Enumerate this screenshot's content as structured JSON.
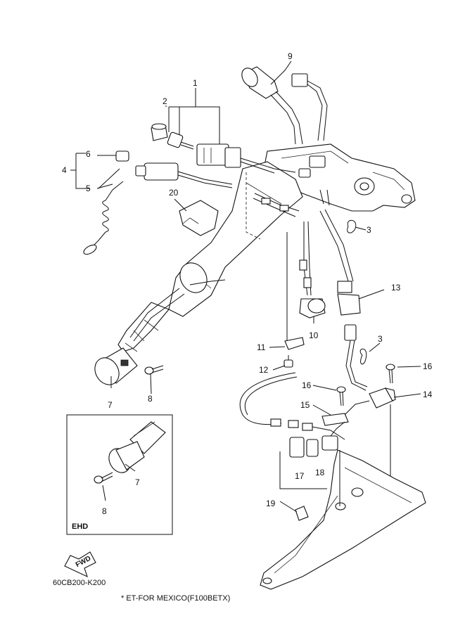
{
  "labels": {
    "l1": "1",
    "l2": "2",
    "l3a": "3",
    "l3b": "3",
    "l4": "4",
    "l5": "5",
    "l6": "6",
    "l7a": "7",
    "l7b": "7",
    "l8a": "8",
    "l8b": "8",
    "l9": "9",
    "l10": "10",
    "l11": "11",
    "l12": "12",
    "l13": "13",
    "l14": "14",
    "l15": "15",
    "l16a": "16",
    "l16b": "16",
    "l17": "17",
    "l18": "18",
    "l19": "19",
    "l20": "20"
  },
  "inset": {
    "title": "EHD"
  },
  "fwd": {
    "text": "FWD"
  },
  "footer": {
    "code": "60CB200-K200",
    "note": "* ET-FOR MEXICO(F100BETX)"
  }
}
